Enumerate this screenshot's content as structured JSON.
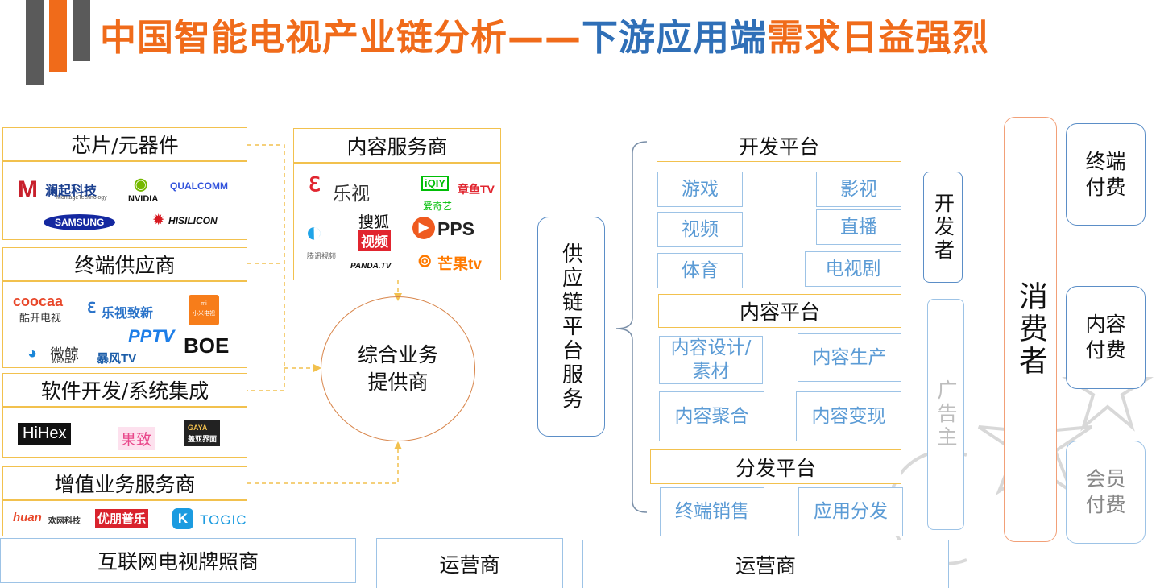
{
  "header": {
    "title_part1": "中国智能电视产业链分析——",
    "title_part2": "下游应用端",
    "title_part3": "需求日益强烈"
  },
  "colors": {
    "orange": "#f06b1a",
    "blue": "#2f6fb7",
    "gold": "#f2c14e",
    "light_blue": "#9dc3e6",
    "deco_gray": "#5a5a5a"
  },
  "left": {
    "chips": {
      "label": "芯片/元器件",
      "logos": [
        "澜起科技",
        "MontageTechnology",
        "NVIDIA",
        "QUALCOMM",
        "SAMSUNG",
        "HISILICON"
      ]
    },
    "terminals": {
      "label": "终端供应商",
      "logos": [
        "coocaa",
        "酷开电视",
        "乐视致新",
        "小米电视",
        "PPTV",
        "微鲸",
        "WHALEY",
        "暴风TV",
        "BOE"
      ]
    },
    "software": {
      "label": "软件开发/系统集成",
      "logos": [
        "HiHex",
        "果致",
        "GAYA",
        "盖亚界面"
      ]
    },
    "vas": {
      "label": "增值业务服务商",
      "logos": [
        "huan",
        "欢网科技",
        "优朋普乐",
        "TOGIC"
      ]
    }
  },
  "content": {
    "label": "内容服务商",
    "logos": [
      "乐视",
      "爱奇艺",
      "章鱼TV",
      "搜狐",
      "视频",
      "腾讯视频",
      "PPS",
      "芒果tv",
      "PANDA.TV"
    ]
  },
  "center": {
    "line1": "综合业务",
    "line2": "提供商"
  },
  "supply_chain": {
    "label": "供应链平台服务"
  },
  "dev_platform": {
    "label": "开发平台",
    "items": [
      "游戏",
      "影视",
      "视频",
      "直播",
      "体育",
      "电视剧"
    ]
  },
  "content_platform": {
    "label": "内容平台",
    "items": [
      "内容设计/素材",
      "内容生产",
      "内容聚合",
      "内容变现"
    ]
  },
  "dist_platform": {
    "label": "分发平台",
    "items": [
      "终端销售",
      "应用分发"
    ]
  },
  "roles": {
    "developer": "开发者",
    "advertiser": "广告主",
    "consumer": "消费者"
  },
  "payments": [
    "终端付费",
    "内容付费",
    "会员付费"
  ],
  "bottom": [
    "互联网电视牌照商",
    "运营商",
    "运营商"
  ]
}
